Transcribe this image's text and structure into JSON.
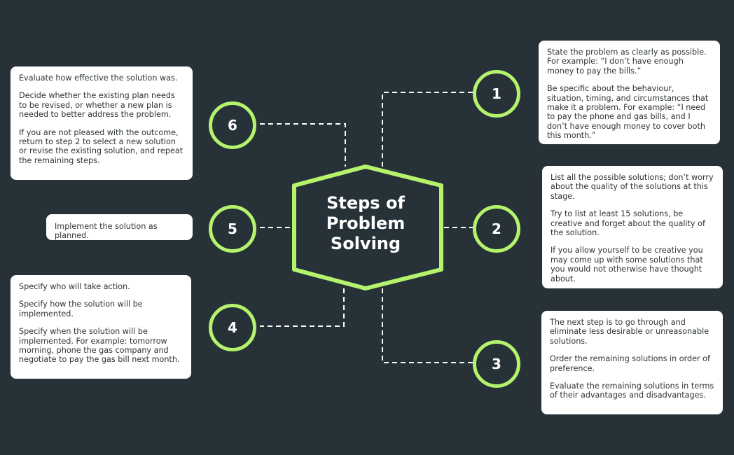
{
  "title_lines": [
    "Steps of",
    "Problem",
    "Solving"
  ],
  "accent_color": "#b5f36d",
  "background_color": "#263238",
  "steps": [
    {
      "number": "1",
      "paragraphs": [
        "State the problem as clearly as possible. For example: “I don’t have enough money to pay the bills.”",
        "Be specific about the behaviour, situation, timing, and circumstances that make it a problem. For example: “I need to pay the phone and gas bills, and I don’t have enough money to cover both this month.”"
      ]
    },
    {
      "number": "2",
      "paragraphs": [
        "List all the possible solutions; don’t worry about the quality of the solutions at this stage.",
        "Try to list at least 15 solutions, be creative and forget about the quality of the solution.",
        "If you allow yourself to be creative you may come up with some solutions that you would not otherwise have thought about."
      ]
    },
    {
      "number": "3",
      "paragraphs": [
        "The next step is to go through and eliminate less desirable or unreasonable solutions.",
        "Order the remaining solutions in order of preference.",
        "Evaluate the remaining solutions in terms of their advantages and disadvantages."
      ]
    },
    {
      "number": "4",
      "paragraphs": [
        "Specify who will take action.",
        "Specify how the solution will be implemented.",
        "Specify when the solution will be implemented. For example: tomorrow morning, phone the gas company and negotiate to pay the gas bill next month."
      ]
    },
    {
      "number": "5",
      "paragraphs": [
        "Implement the solution as planned."
      ]
    },
    {
      "number": "6",
      "paragraphs": [
        "Evaluate how effective the solution was.",
        "Decide whether the existing plan needs to be revised, or whether a new plan is needed to better address the problem.",
        "If you are not pleased with the outcome, return to step 2 to select a new solution or revise the existing solution, and repeat the remaining steps."
      ]
    }
  ]
}
